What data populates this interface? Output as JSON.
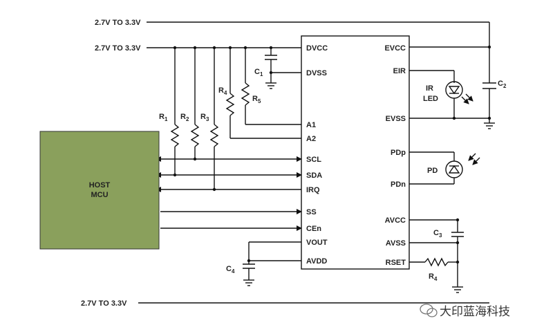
{
  "supply_labels": {
    "top": "2.7V TO 3.3V",
    "second": "2.7V TO 3.3V",
    "bottom": "2.7V TO 3.3V"
  },
  "host": {
    "line1": "HOST",
    "line2": "MCU",
    "fill_color": "#8aa05c"
  },
  "ic_pins_left": {
    "dvcc": "DVCC",
    "dvss": "DVSS",
    "a1": "A1",
    "a2": "A2",
    "scl": "SCL",
    "sda": "SDA",
    "irq": "IRQ",
    "ss": "SS",
    "cen": "CEn",
    "vout": "VOUT",
    "avdd": "AVDD"
  },
  "ic_pins_right": {
    "evcc": "EVCC",
    "eir": "EIR",
    "evss": "EVSS",
    "pdp": "PDp",
    "pdn": "PDn",
    "avcc": "AVCC",
    "avss": "AVSS",
    "rset": "RSET"
  },
  "components": {
    "r1": {
      "base": "R",
      "sub": "1"
    },
    "r2": {
      "base": "R",
      "sub": "2"
    },
    "r3": {
      "base": "R",
      "sub": "3"
    },
    "r4": {
      "base": "R",
      "sub": "4"
    },
    "r5": {
      "base": "R",
      "sub": "5"
    },
    "r4b": {
      "base": "R",
      "sub": "4"
    },
    "c1": {
      "base": "C",
      "sub": "1"
    },
    "c2": {
      "base": "C",
      "sub": "2"
    },
    "c3": {
      "base": "C",
      "sub": "3"
    },
    "c4": {
      "base": "C",
      "sub": "4"
    }
  },
  "ir_led": {
    "line1": "IR",
    "line2": "LED"
  },
  "photodiode": {
    "label": "PD"
  },
  "watermark": {
    "text": "大印蓝海科技"
  },
  "icons": [
    "resistor-icon",
    "capacitor-icon",
    "ground-icon",
    "led-icon",
    "photodiode-icon",
    "arrow-icon",
    "wechat-logo-icon"
  ]
}
